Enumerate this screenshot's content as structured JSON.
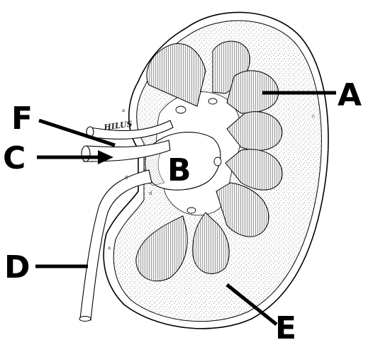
{
  "diagram": {
    "labels": {
      "a": "A",
      "b": "B",
      "c": "C",
      "d": "D",
      "e": "E",
      "f": "F",
      "hilus": "HILUS"
    },
    "small_marks": {
      "cortex_c": "c",
      "hilum_a": "a",
      "cortex_left": "d",
      "lower_a": "a",
      "ureter_g": "g"
    },
    "colors": {
      "ink": "#000000",
      "paper": "#ffffff",
      "stipple": "#555555"
    }
  }
}
